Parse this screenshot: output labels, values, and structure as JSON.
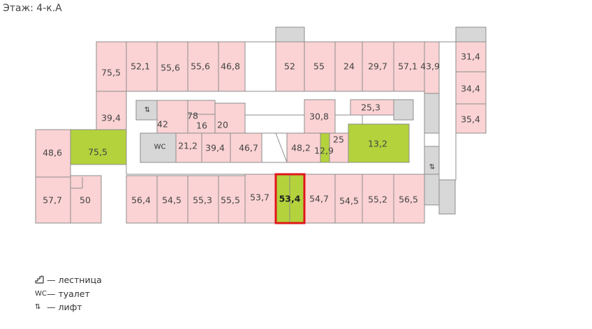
{
  "floor_title": "Этаж: 4-к.А",
  "colors": {
    "room_fill": "#fbd3d4",
    "available_fill": "#b3d23c",
    "service_fill": "#d7d7d7",
    "outline": "#8c8c8c",
    "selected_outline": "#e0161a"
  },
  "rooms": [
    {
      "id": "r1",
      "label": "75,5",
      "status": "room"
    },
    {
      "id": "r2",
      "label": "52,1",
      "status": "room"
    },
    {
      "id": "r3",
      "label": "55,6",
      "status": "room"
    },
    {
      "id": "r4",
      "label": "55,6",
      "status": "room"
    },
    {
      "id": "r5",
      "label": "46,8",
      "status": "room"
    },
    {
      "id": "r6",
      "label": "52",
      "status": "room"
    },
    {
      "id": "r7",
      "label": "55",
      "status": "room"
    },
    {
      "id": "r8",
      "label": "24",
      "status": "room"
    },
    {
      "id": "r9",
      "label": "29,7",
      "status": "room"
    },
    {
      "id": "r10",
      "label": "57,1",
      "status": "room"
    },
    {
      "id": "r11",
      "label": "43,9",
      "status": "room"
    },
    {
      "id": "r12",
      "label": "31,4",
      "status": "room"
    },
    {
      "id": "r13",
      "label": "34,4",
      "status": "room"
    },
    {
      "id": "r14",
      "label": "35,4",
      "status": "room"
    },
    {
      "id": "r15",
      "label": "39,4",
      "status": "room"
    },
    {
      "id": "r16",
      "label": "42",
      "status": "room"
    },
    {
      "id": "r17",
      "label": "78",
      "status": "room"
    },
    {
      "id": "r18",
      "label": "16",
      "status": "room"
    },
    {
      "id": "r19",
      "label": "20",
      "status": "room"
    },
    {
      "id": "r20",
      "label": "30,8",
      "status": "room"
    },
    {
      "id": "r21",
      "label": "25,3",
      "status": "room"
    },
    {
      "id": "r22",
      "label": "48,6",
      "status": "room"
    },
    {
      "id": "r23",
      "label": "75,5",
      "status": "available"
    },
    {
      "id": "r24",
      "label": "21,2",
      "status": "room"
    },
    {
      "id": "r25",
      "label": "39,4",
      "status": "room"
    },
    {
      "id": "r26",
      "label": "46,7",
      "status": "room"
    },
    {
      "id": "r27",
      "label": "48,2",
      "status": "room"
    },
    {
      "id": "r28",
      "label": "12,9",
      "status": "available"
    },
    {
      "id": "r29",
      "label": "25",
      "status": "room"
    },
    {
      "id": "r30",
      "label": "13,2",
      "status": "available"
    },
    {
      "id": "r31",
      "label": "57,7",
      "status": "room"
    },
    {
      "id": "r32",
      "label": "50",
      "status": "room"
    },
    {
      "id": "r33",
      "label": "56,4",
      "status": "room"
    },
    {
      "id": "r34",
      "label": "54,5",
      "status": "room"
    },
    {
      "id": "r35",
      "label": "55,3",
      "status": "room"
    },
    {
      "id": "r36",
      "label": "55,5",
      "status": "room"
    },
    {
      "id": "r37",
      "label": "53,7",
      "status": "room"
    },
    {
      "id": "r38",
      "label": "53,4",
      "status": "available",
      "selected": true
    },
    {
      "id": "r39",
      "label": "54,7",
      "status": "room"
    },
    {
      "id": "r40",
      "label": "54,5",
      "status": "room"
    },
    {
      "id": "r41",
      "label": "55,2",
      "status": "room"
    },
    {
      "id": "r42",
      "label": "56,5",
      "status": "room"
    }
  ],
  "symbols": {
    "wc": "WC",
    "lift": "⇅"
  },
  "legend": [
    {
      "symbol": "stairs-icon",
      "text": "— лестница"
    },
    {
      "symbol": "wc-icon",
      "text": "— туалет"
    },
    {
      "symbol": "lift-icon",
      "text": "— лифт"
    }
  ]
}
